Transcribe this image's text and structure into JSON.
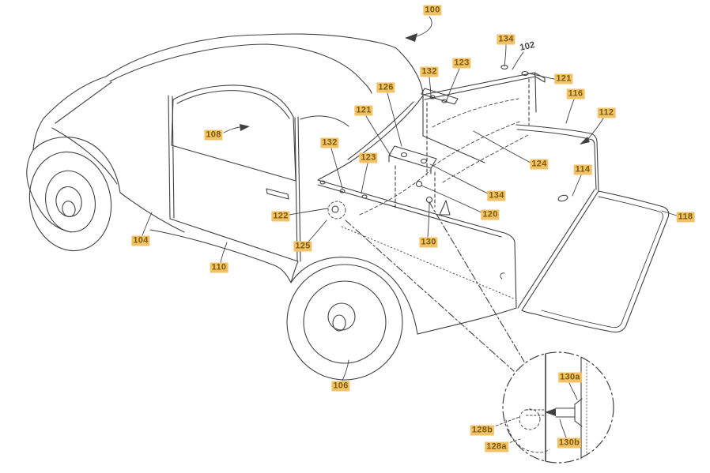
{
  "figure": {
    "type": "patent-style line drawing",
    "subject": "Pickup truck with crossbar accessory mounted across bed rails and magnified fastener detail circle",
    "colors": {
      "background": "#ffffff",
      "line": "#404040",
      "label_background": "#F1C267",
      "label_text": "#7A5A08",
      "plain_text": "#4a4a4a"
    },
    "labels": [
      {
        "id": "100",
        "text": "100",
        "highlighted": true
      },
      {
        "id": "134",
        "text": "134",
        "highlighted": true
      },
      {
        "id": "102",
        "text": "102",
        "highlighted": false
      },
      {
        "id": "121",
        "text": "121",
        "highlighted": true
      },
      {
        "id": "123",
        "text": "123",
        "highlighted": true
      },
      {
        "id": "132",
        "text": "132",
        "highlighted": true
      },
      {
        "id": "116",
        "text": "116",
        "highlighted": true
      },
      {
        "id": "112",
        "text": "112",
        "highlighted": true
      },
      {
        "id": "126",
        "text": "126",
        "highlighted": true
      },
      {
        "id": "121b",
        "text": "121",
        "highlighted": true
      },
      {
        "id": "108",
        "text": "108",
        "highlighted": true
      },
      {
        "id": "132b",
        "text": "132",
        "highlighted": true
      },
      {
        "id": "123b",
        "text": "123",
        "highlighted": true
      },
      {
        "id": "124",
        "text": "124",
        "highlighted": true
      },
      {
        "id": "114",
        "text": "114",
        "highlighted": true
      },
      {
        "id": "134b",
        "text": "134",
        "highlighted": true
      },
      {
        "id": "120",
        "text": "120",
        "highlighted": true
      },
      {
        "id": "122",
        "text": "122",
        "highlighted": true
      },
      {
        "id": "118",
        "text": "118",
        "highlighted": true
      },
      {
        "id": "104",
        "text": "104",
        "highlighted": true
      },
      {
        "id": "130",
        "text": "130",
        "highlighted": true
      },
      {
        "id": "125",
        "text": "125",
        "highlighted": true
      },
      {
        "id": "110",
        "text": "110",
        "highlighted": true
      },
      {
        "id": "106",
        "text": "106",
        "highlighted": true
      },
      {
        "id": "130a",
        "text": "130a",
        "highlighted": true
      },
      {
        "id": "130b",
        "text": "130b",
        "highlighted": true
      },
      {
        "id": "128b",
        "text": "128b",
        "highlighted": true
      },
      {
        "id": "128a",
        "text": "128a",
        "highlighted": true
      }
    ]
  }
}
